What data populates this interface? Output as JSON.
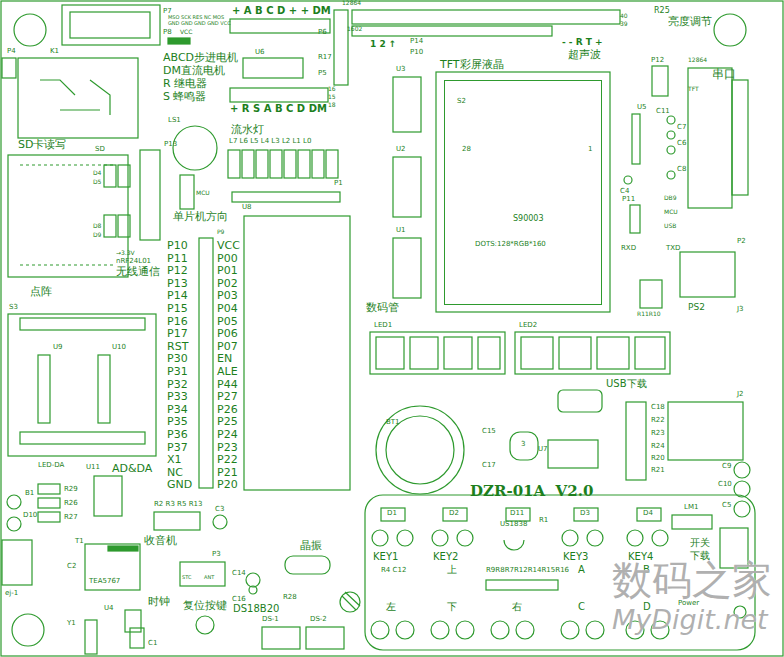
{
  "diagram": {
    "nodes": [
      {
        "text": [
          "S90003",
          "DOTS:128*RGB*160"
        ]
      }
    ],
    "labels": [
      "P7",
      "MSO SCK RES NC MOS",
      "GND GND GND GND VCC",
      "P8",
      "VCC",
      "+ A B C D + + DM",
      "P6",
      "12864",
      "1602",
      "P14",
      "P10",
      "1 2 ↑",
      "TFT彩屏液晶",
      "- - R T +",
      "超声波",
      "R25",
      "亮度调节",
      "40",
      "39",
      "P4",
      "K1",
      "ABCD步进电机",
      "DM直流电机",
      "R 继电器",
      "S 蜂鸣器",
      "U6",
      "R17",
      "P5",
      "+ R S A B C D DM",
      "16",
      "15",
      "18",
      "U3",
      "P12",
      "12864",
      "TFT",
      "串口",
      "SD卡读写",
      "SD",
      "LS1",
      "流水灯",
      "L7 L6 L5 L4 L3 L2 L1 L0",
      "P13",
      "D4",
      "D5",
      "D8",
      "D9",
      "MCU",
      "单片机方向",
      "U8",
      "P1",
      "U2",
      "U1",
      "S2",
      "28",
      "1",
      "U5",
      "C11",
      "C7",
      "C6",
      "C8",
      "C4",
      "P11",
      "DB9",
      "MCU",
      "USB",
      "RXD",
      "TXD",
      "P2",
      "J3",
      "PS2",
      "R11R10",
      "→3.3V",
      "nRF24L01",
      "无线通信",
      "点阵",
      "S3",
      "U9",
      "U10",
      "P10",
      "P11",
      "P12",
      "P13",
      "P14",
      "P15",
      "P16",
      "P17",
      "RST",
      "P30",
      "P31",
      "P32",
      "P33",
      "P34",
      "P35",
      "P36",
      "P37",
      "X1",
      "NC",
      "GND",
      "VCC",
      "P00",
      "P01",
      "P02",
      "P03",
      "P04",
      "P05",
      "P06",
      "P07",
      "EN",
      "ALE",
      "P44",
      "P27",
      "P26",
      "P25",
      "P24",
      "P23",
      "P22",
      "P21",
      "P20",
      "P9",
      "数码管",
      "LED1",
      "LED2",
      "USB下载",
      "C18",
      "R22",
      "R23",
      "R24",
      "R20",
      "R21",
      "J2",
      "C9",
      "C10",
      "C5",
      "LM1",
      "BT1",
      "C15",
      "C17",
      "3",
      "U7",
      "LED-DA",
      "U11",
      "AD&DA",
      "B1",
      "R29",
      "R26",
      "R27",
      "D10",
      "R2 R3 R5 R13",
      "C3",
      "T1",
      "收音机",
      "TEA5767",
      "时钟",
      "U4",
      "Y1",
      "C1",
      "C2",
      "ej-1",
      "P3",
      "STC",
      "ANT",
      "复位按键",
      "C14",
      "C16",
      "晶振",
      "DS18B20",
      "R28",
      "DS-1",
      "DS-2",
      "DZR-01A  V2.0",
      "D1",
      "D2",
      "D11",
      "D3",
      "D4",
      "US1838",
      "R1",
      "KEY1",
      "KEY2",
      "KEY3",
      "KEY4",
      "R4 C12",
      "上",
      "R9R8R7R12R14R15R16",
      "A",
      "B",
      "左",
      "下",
      "右",
      "C",
      "D",
      "开关",
      "下载",
      "Power",
      "数码之家",
      "MyDigit.net"
    ]
  }
}
